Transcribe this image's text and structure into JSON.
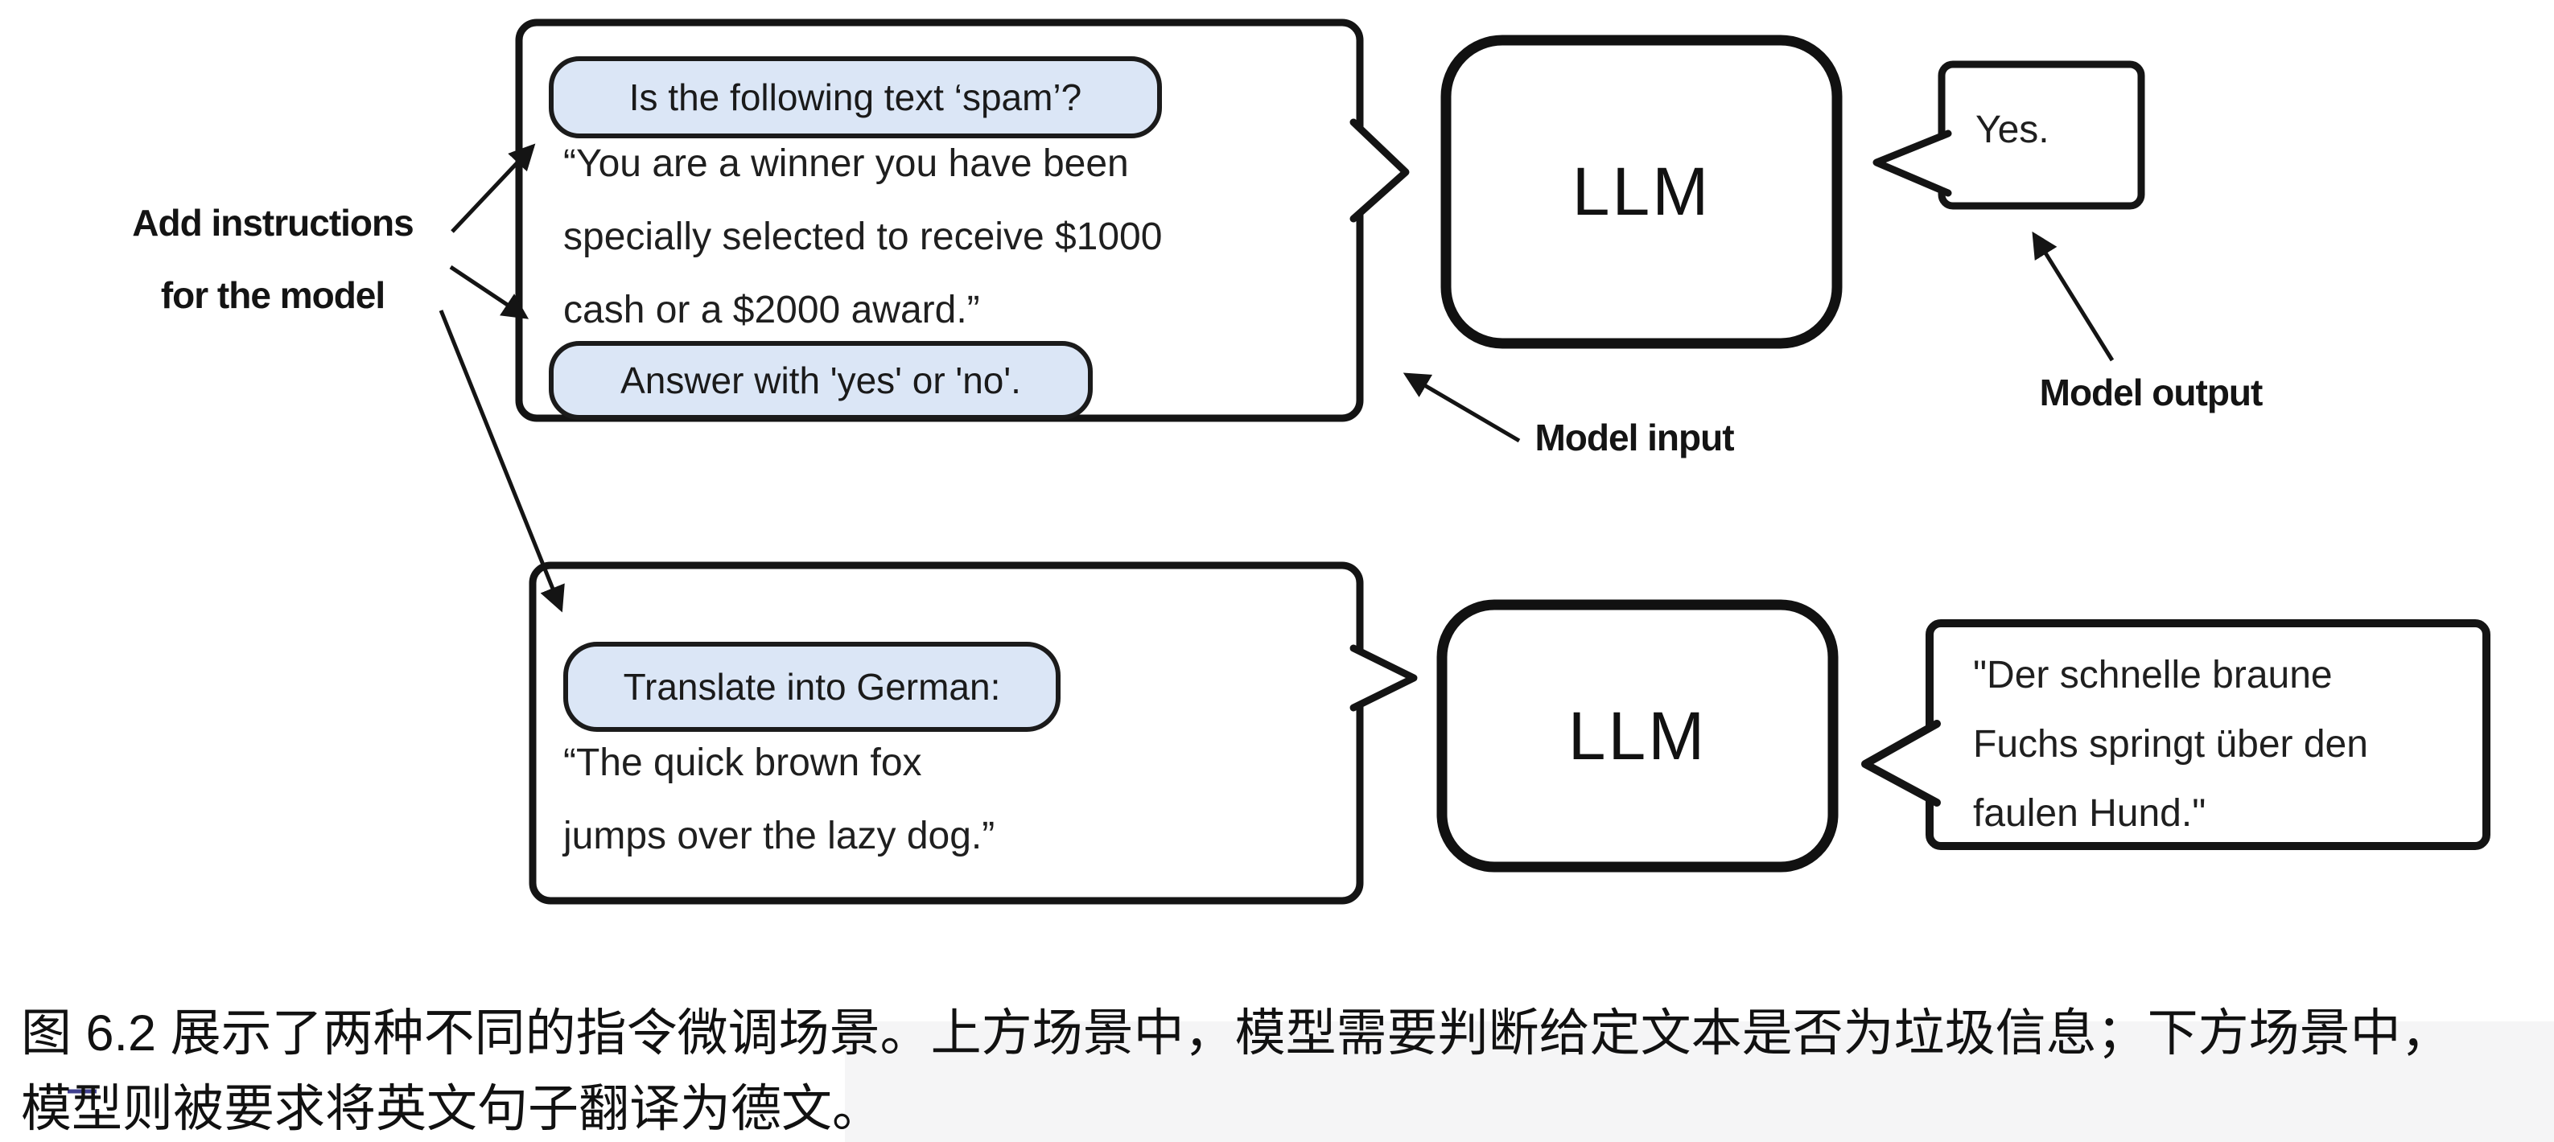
{
  "figure": {
    "annotations": {
      "add_instructions": "Add instructions\nfor the model",
      "model_input": "Model input",
      "model_output": "Model output"
    },
    "spam_scenario": {
      "instruction_1": "Is the following text ‘spam’?",
      "input_body": "“You are a winner you have been\nspecially selected to receive $1000\ncash or a $2000 award.”",
      "instruction_2": "Answer with 'yes' or 'no'.",
      "model": "LLM",
      "output": "Yes."
    },
    "translate_scenario": {
      "instruction_1": "Translate into German:",
      "input_body": "“The quick brown fox\njumps over the lazy dog.”",
      "model": "LLM",
      "output": "\"Der schnelle braune\nFuchs springt über den\nfaulen Hund.\""
    },
    "caption": "图 6.2 展示了两种不同的指令微调场景。上方场景中，模型需要判断给定文本是否为垃圾信息；下方场景中，\n模型则被要求将英文句子翻译为德文。",
    "colors": {
      "highlight_fill": "#dbe6f6",
      "line": "#141414",
      "background": "#ffffff",
      "gray_band": "#f5f5f6"
    }
  }
}
